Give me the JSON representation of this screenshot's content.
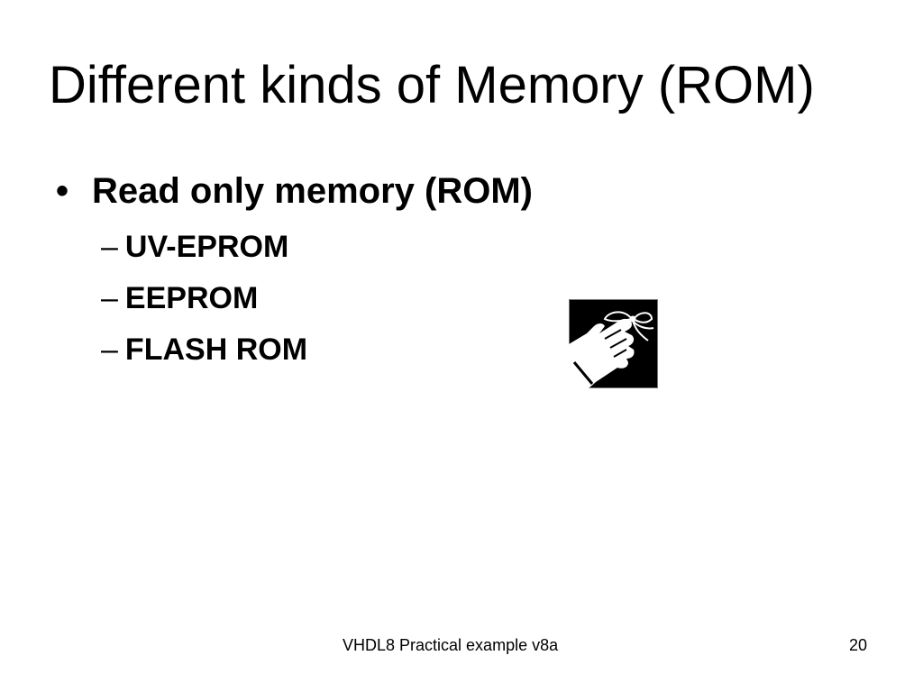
{
  "slide": {
    "title": "Different kinds of Memory (ROM)",
    "bullet": {
      "marker": "•",
      "text": "Read only memory (ROM)"
    },
    "sub_marker": "–",
    "sub_items": [
      {
        "text": "UV-EPROM"
      },
      {
        "text": "EEPROM"
      },
      {
        "text": "FLASH ROM"
      }
    ],
    "clipart_icon": "finger-with-string-reminder-icon"
  },
  "footer": {
    "center_text": "VHDL8 Practical example v8a",
    "page_number": "20"
  }
}
